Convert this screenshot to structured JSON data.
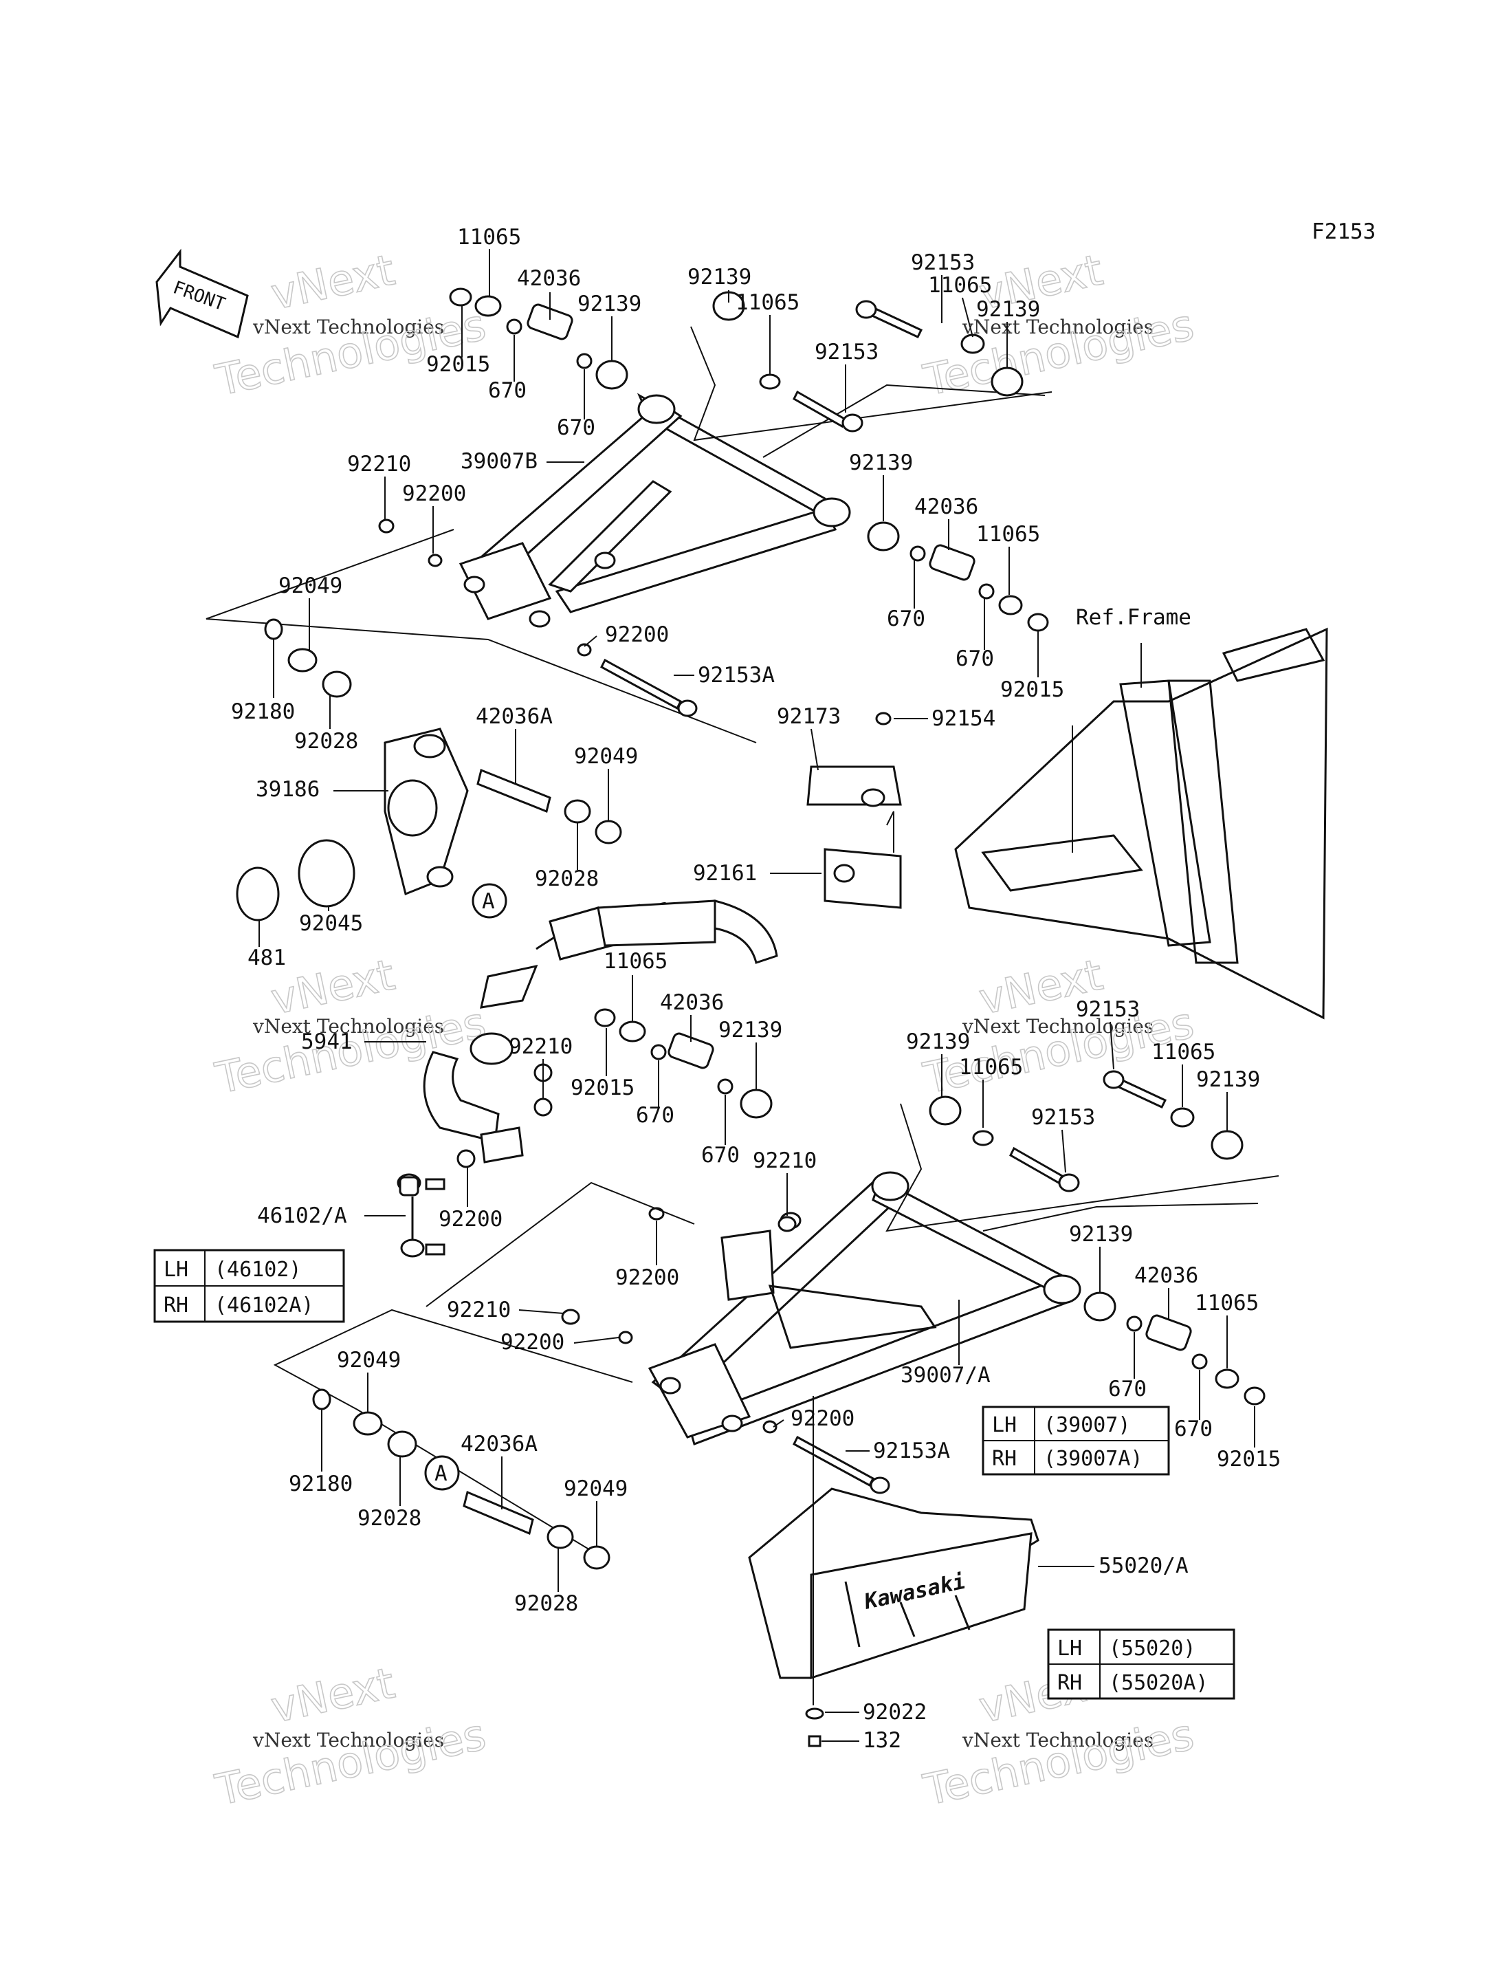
{
  "figure_code": "F2153",
  "front_arrow_label": "FRONT",
  "ref_label": "Ref.Frame",
  "callout_a": "A",
  "logo_text": "Kawasaki",
  "watermark": {
    "line1": "vNext",
    "line2": "vNext Technologies",
    "line3": "Technologies"
  },
  "labels": {
    "p11065_a": "11065",
    "p42036_a": "42036",
    "p92139_a": "92139",
    "p92139_b": "92139",
    "p11065_b": "11065",
    "p92153_a": "92153",
    "p11065_c": "11065",
    "p92139_c": "92139",
    "p92153_b": "92153",
    "p92015_a": "92015",
    "p670_a": "670",
    "p670_b": "670",
    "p92210_a": "92210",
    "p92200_a": "92200",
    "p39007b": "39007B",
    "p92139_d": "92139",
    "p42036_b": "42036",
    "p11065_d": "11065",
    "p670_c": "670",
    "p670_d": "670",
    "p92015_b": "92015",
    "p92049_a": "92049",
    "p92180_a": "92180",
    "p92028_a": "92028",
    "p92200_b": "92200",
    "p92153a_a": "92153A",
    "p92173": "92173",
    "p92154": "92154",
    "p42036a_a": "42036A",
    "p92049_b": "92049",
    "p39186": "39186",
    "p92028_b": "92028",
    "p92161": "92161",
    "p92045": "92045",
    "p481": "481",
    "p11065_e": "11065",
    "p42036_c": "42036",
    "p92139_e": "92139",
    "p5941": "5941",
    "p92210_b": "92210",
    "p92015_c": "92015",
    "p670_e": "670",
    "p670_f": "670",
    "p92153_c": "92153",
    "p92139_f": "92139",
    "p11065_f": "11065",
    "p11065_g": "11065",
    "p92139_g": "92139",
    "p92153_d": "92153",
    "p92210_c": "92210",
    "p46102a": "46102/A",
    "p92200_c": "92200",
    "p92200_d": "92200",
    "p92139_h": "92139",
    "p42036_d": "42036",
    "p11065_h": "11065",
    "p92210_d": "92210",
    "p92200_e": "92200",
    "p39007a": "39007/A",
    "p92049_c": "92049",
    "p670_g": "670",
    "p670_h": "670",
    "p92015_d": "92015",
    "p42036a_b": "42036A",
    "p92200_f": "92200",
    "p92153a_b": "92153A",
    "p92180_b": "92180",
    "p92028_c": "92028",
    "p92049_d": "92049",
    "p92028_d": "92028",
    "p55020a": "55020/A",
    "p92022": "92022",
    "p132": "132"
  },
  "tables": {
    "t46102": {
      "rows": [
        {
          "side": "LH",
          "part": "(46102)"
        },
        {
          "side": "RH",
          "part": "(46102A)"
        }
      ]
    },
    "t39007": {
      "rows": [
        {
          "side": "LH",
          "part": "(39007)"
        },
        {
          "side": "RH",
          "part": "(39007A)"
        }
      ]
    },
    "t55020": {
      "rows": [
        {
          "side": "LH",
          "part": "(55020)"
        },
        {
          "side": "RH",
          "part": "(55020A)"
        }
      ]
    }
  }
}
